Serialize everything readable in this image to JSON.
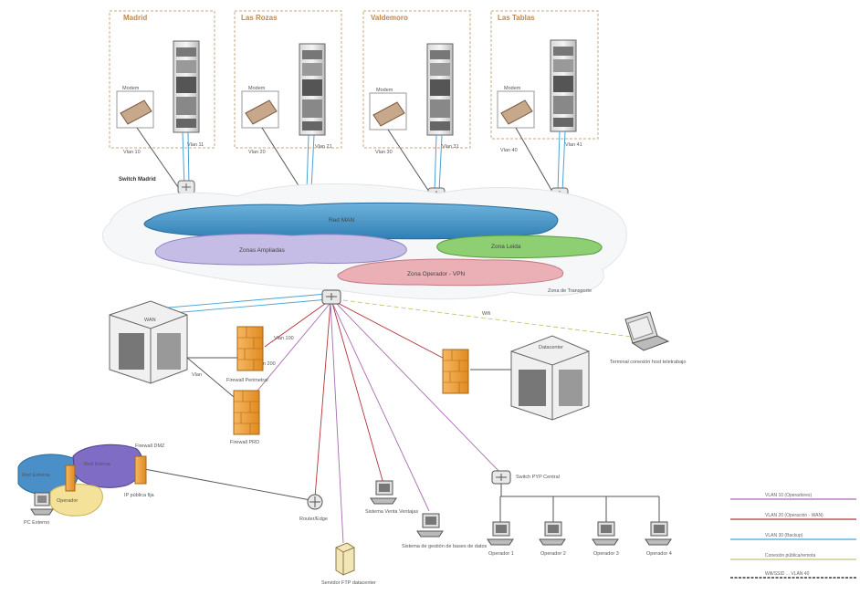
{
  "sites": [
    {
      "title": "Madrid",
      "modem_label": "Modem",
      "link_left": "Vlan 10",
      "link_right": "Vlan 11"
    },
    {
      "title": "Las Rozas",
      "modem_label": "Modem",
      "link_left": "Vlan 20",
      "link_right": "Vlan 21"
    },
    {
      "title": "Valdemoro",
      "modem_label": "Modem",
      "link_left": "Vlan 30",
      "link_right": "Vlan 31"
    },
    {
      "title": "Las Tablas",
      "modem_label": "Modem",
      "link_left": "Vlan 40",
      "link_right": "Vlan 41"
    }
  ],
  "switch_label": "Switch Madrid",
  "clouds": {
    "main": "Red MAN",
    "purple": "Zonas Ampliadas",
    "green": "Zona Leida",
    "pink": "Zona Operador - VPN",
    "outer": "Zona de Transporte"
  },
  "core": {
    "left_server": "WAN",
    "right_server": "Datacenter",
    "firewall_top": "Firewall Perimetral",
    "firewall_bottom": "Firewall PRD",
    "vlan_label": "Vlan",
    "wifi_label": "Wifi",
    "laptop_label": "Terminal conexión host teletrabajo",
    "link_label_1": "Vlan 100",
    "link_label_2": "Vlan 200"
  },
  "left_cluster": {
    "cloud_1": "Red Externa",
    "cloud_2": "Red Interna",
    "cloud_3": "Operador",
    "firewall_label": "Firewall DMZ",
    "pc_label": "PC Externo",
    "router_label": "IP pública fija"
  },
  "bottom": {
    "router_label": "Router/Edge",
    "server_label": "Servidor FTP datacenter",
    "pc1_label": "Sistema Venta Ventajas",
    "pc2_label": "Sistema de gestión de bases de datos",
    "switch_label": "Switch PYP Central",
    "terminals": [
      "Operador 1",
      "Operador 2",
      "Operador 3",
      "Operador 4"
    ]
  },
  "legend": [
    {
      "label": "VLAN 10 (Operadores)",
      "color": "#a86bb0",
      "style": "solid"
    },
    {
      "label": "VLAN 20 (Operación - WAN)",
      "color": "#b3323a",
      "style": "solid"
    },
    {
      "label": "VLAN 30 (Backup)",
      "color": "#4aa3d6",
      "style": "solid"
    },
    {
      "label": "Conexión pública/remota",
      "color": "#c8c17a",
      "style": "solid"
    },
    {
      "label": "Wifi/SSID ... VLAN 40",
      "color": "#555555",
      "style": "dashed"
    }
  ]
}
